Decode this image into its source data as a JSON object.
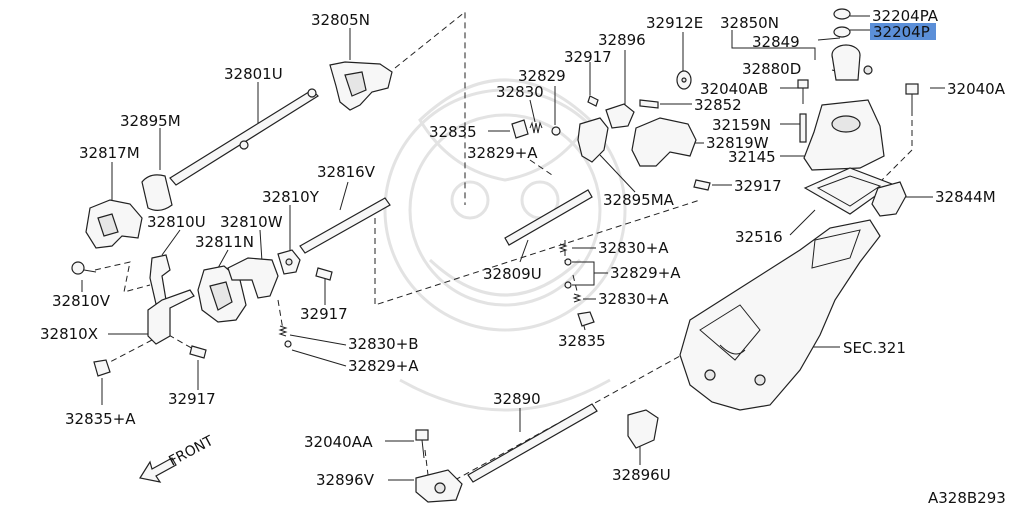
{
  "diagram": {
    "reference_code": "A328B293",
    "front_label": "FRONT",
    "highlight_color": "#5b8fd8",
    "highlighted_part": "32204P",
    "labels": {
      "p32805N": "32805N",
      "p32801U": "32801U",
      "p32895M": "32895M",
      "p32817M": "32817M",
      "p32810U": "32810U",
      "p32810W": "32810W",
      "p32811N": "32811N",
      "p32810Y": "32810Y",
      "p32816V": "32816V",
      "p32810V": "32810V",
      "p32810X": "32810X",
      "p32917a": "32917",
      "p32917b": "32917",
      "p32917c": "32917",
      "p32917d": "32917",
      "p32835Aplus": "32835+A",
      "p32830B": "32830+B",
      "p32829Aplus_b": "32829+A",
      "p32912E": "32912E",
      "p32896": "32896",
      "p32829": "32829",
      "p32830": "32830",
      "p32835": "32835",
      "p32829Aplus": "32829+A",
      "p32852": "32852",
      "p32819W": "32819W",
      "p32895MA": "32895MA",
      "p32809U": "32809U",
      "p32830Aplus_a": "32830+A",
      "p32829Aplus_c": "32829+A",
      "p32830Aplus_b": "32830+A",
      "p32835b": "32835",
      "p32850N": "32850N",
      "p32849": "32849",
      "p32204PA": "32204PA",
      "p32204P": "32204P",
      "p32880D": "32880D",
      "p32040AB": "32040AB",
      "p32040A": "32040A",
      "p32159N": "32159N",
      "p32145": "32145",
      "p32844M": "32844M",
      "p32516": "32516",
      "pSEC321": "SEC.321",
      "p32890": "32890",
      "p32040AA": "32040AA",
      "p32896V": "32896V",
      "p32896U": "32896U"
    }
  }
}
